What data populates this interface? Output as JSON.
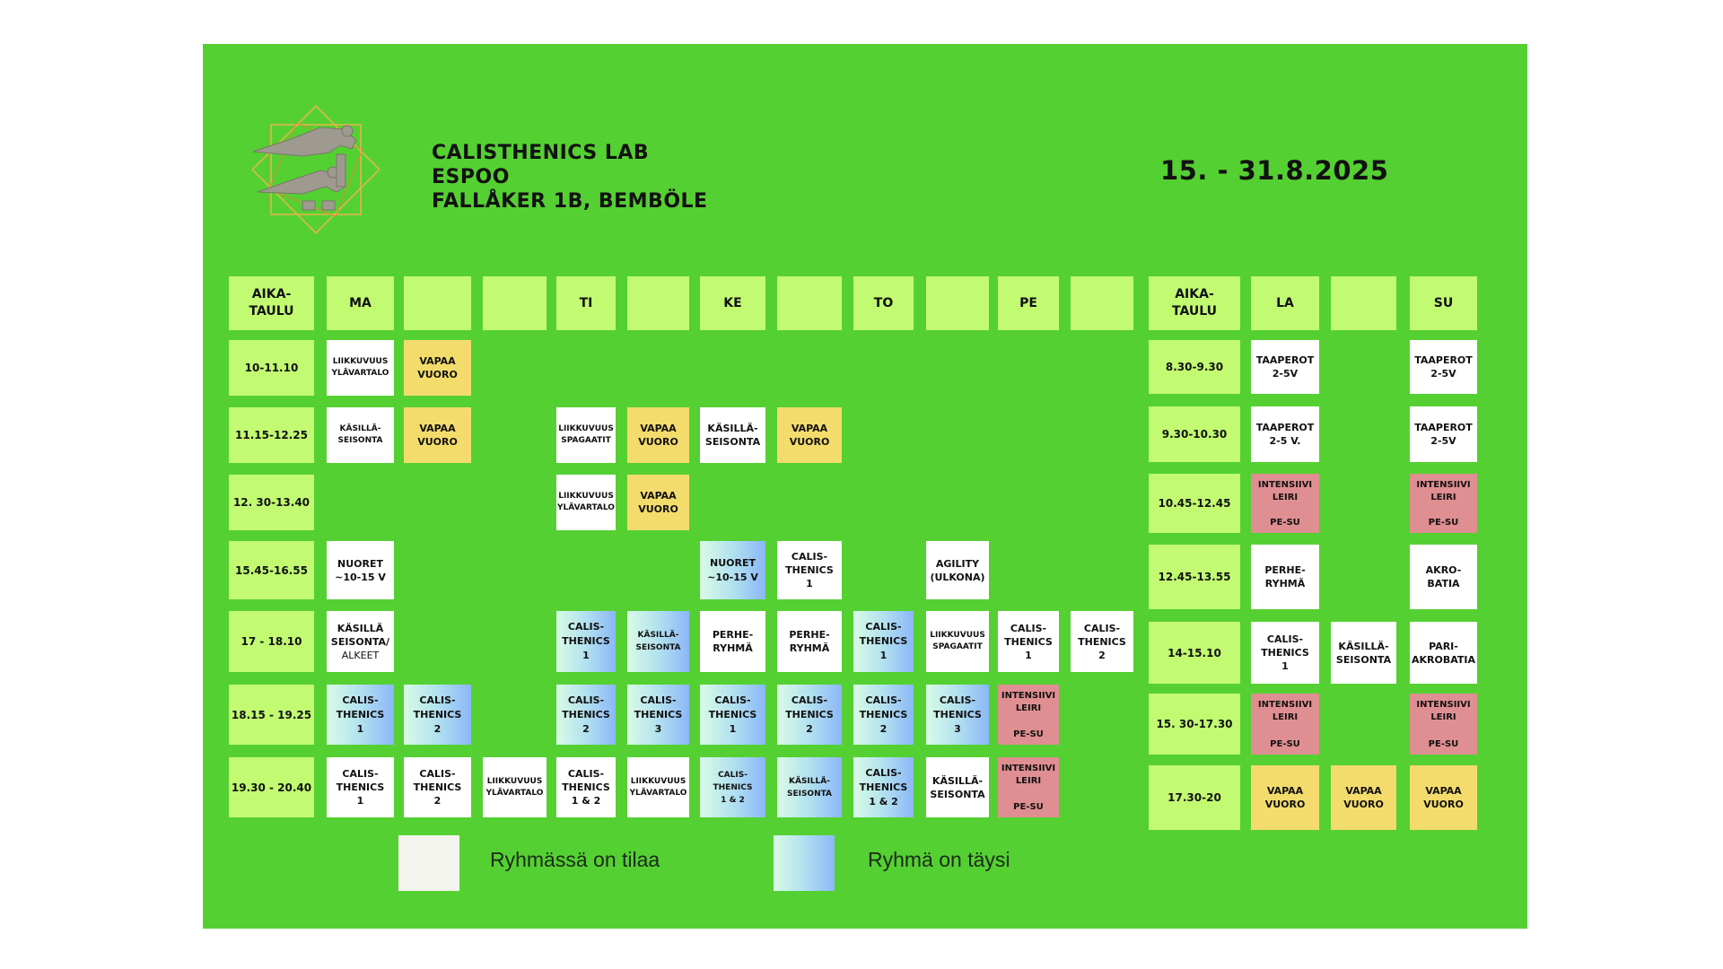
{
  "header": {
    "title_lines": [
      "CALISTHENICS LAB",
      "ESPOO",
      "FALLÅKER 1B, BEMBÖLE"
    ],
    "date_range": "15. - 31.8.2025"
  },
  "weekdays": {
    "headers": [
      "AIKA-\nTAULU",
      "MA",
      "",
      "",
      "TI",
      "",
      "KE",
      "",
      "TO",
      "",
      "PE",
      ""
    ],
    "times": [
      "10-11.10",
      "11.15-12.25",
      "12. 30-13.40",
      "15.45-16.55",
      "17 - 18.10",
      "18.15 - 19.25",
      "19.30 - 20.40"
    ],
    "classes": [
      {
        "row": 0,
        "col": 1,
        "type": "white",
        "size": "small",
        "text": "LIIKKUVUUS\nYLÄVARTALO"
      },
      {
        "row": 0,
        "col": 2,
        "type": "yellow",
        "text": "VAPAA\nVUORO"
      },
      {
        "row": 1,
        "col": 1,
        "type": "white",
        "size": "small",
        "text": "KÄSILLÄ-\nSEISONTA"
      },
      {
        "row": 1,
        "col": 2,
        "type": "yellow",
        "size": "small",
        "text": "VAPAA\nVUORO"
      },
      {
        "row": 1,
        "col": 4,
        "type": "white",
        "size": "small",
        "text": "LIIKKUVUUS\nSPAGAATIT"
      },
      {
        "row": 1,
        "col": 5,
        "type": "yellow",
        "text": "VAPAA\nVUORO"
      },
      {
        "row": 1,
        "col": 6,
        "type": "white",
        "text": "KÄSILLÄ-\nSEISONTA"
      },
      {
        "row": 1,
        "col": 7,
        "type": "yellow",
        "text": "VAPAA\nVUORO"
      },
      {
        "row": 2,
        "col": 4,
        "type": "white",
        "size": "small",
        "text": "LIIKKUVUUS\nYLÄVARTALO"
      },
      {
        "row": 2,
        "col": 5,
        "type": "yellow",
        "text": "VAPAA\nVUORO"
      },
      {
        "row": 3,
        "col": 1,
        "type": "white",
        "text": "NUORET\n~10-15 V"
      },
      {
        "row": 3,
        "col": 6,
        "type": "full",
        "text": "NUORET\n~10-15 V"
      },
      {
        "row": 3,
        "col": 7,
        "type": "white",
        "text": "CALIS-\nTHENICS\n1"
      },
      {
        "row": 3,
        "col": 9,
        "type": "white",
        "text": "AGILITY\n(ULKONA)"
      },
      {
        "row": 4,
        "col": 1,
        "type": "white",
        "text": "KÄSILLÄ\nSEISONTA/",
        "thin": "ALKEET"
      },
      {
        "row": 4,
        "col": 4,
        "type": "full",
        "text": "CALIS-\nTHENICS\n1"
      },
      {
        "row": 4,
        "col": 5,
        "type": "full",
        "size": "small",
        "text": "KÄSILLÄ-\nSEISONTA"
      },
      {
        "row": 4,
        "col": 6,
        "type": "white",
        "text": "PERHE-\nRYHMÄ"
      },
      {
        "row": 4,
        "col": 7,
        "type": "white",
        "text": "PERHE-\nRYHMÄ"
      },
      {
        "row": 4,
        "col": 8,
        "type": "full",
        "text": "CALIS-\nTHENICS\n1"
      },
      {
        "row": 4,
        "col": 9,
        "type": "white",
        "size": "small",
        "text": "LIIKKUVUUS\nSPAGAATIT"
      },
      {
        "row": 4,
        "col": 10,
        "type": "white",
        "text": "CALIS-\nTHENICS\n1"
      },
      {
        "row": 4,
        "col": 11,
        "type": "white",
        "text": "CALIS-\nTHENICS\n2"
      },
      {
        "row": 5,
        "col": 1,
        "type": "full",
        "text": "CALIS-\nTHENICS\n1"
      },
      {
        "row": 5,
        "col": 2,
        "type": "full",
        "text": "CALIS-\nTHENICS\n2"
      },
      {
        "row": 5,
        "col": 4,
        "type": "full",
        "text": "CALIS-\nTHENICS\n2"
      },
      {
        "row": 5,
        "col": 5,
        "type": "full",
        "text": "CALIS-\nTHENICS\n3"
      },
      {
        "row": 5,
        "col": 6,
        "type": "full",
        "text": "CALIS-\nTHENICS\n1"
      },
      {
        "row": 5,
        "col": 7,
        "type": "full",
        "text": "CALIS-\nTHENICS\n2"
      },
      {
        "row": 5,
        "col": 8,
        "type": "full",
        "text": "CALIS-\nTHENICS\n2"
      },
      {
        "row": 5,
        "col": 9,
        "type": "full",
        "text": "CALIS-\nTHENICS\n3"
      },
      {
        "row": 5,
        "col": 10,
        "type": "red",
        "text": "INTENSIIVI\nLEIRI",
        "footer": "PE-SU"
      },
      {
        "row": 6,
        "col": 1,
        "type": "white",
        "text": "CALIS-\nTHENICS\n1"
      },
      {
        "row": 6,
        "col": 2,
        "type": "white",
        "text": "CALIS-\nTHENICS\n2"
      },
      {
        "row": 6,
        "col": 3,
        "type": "white",
        "size": "small",
        "text": "LIIKKUVUUS\nYLÄVARTALO"
      },
      {
        "row": 6,
        "col": 4,
        "type": "white",
        "text": "CALIS-\nTHENICS\n1 & 2"
      },
      {
        "row": 6,
        "col": 5,
        "type": "white",
        "size": "small",
        "text": "LIIKKUVUUS\nYLÄVARTALO"
      },
      {
        "row": 6,
        "col": 6,
        "type": "full",
        "size": "small",
        "text": "CALIS-\nTHENICS\n1 & 2"
      },
      {
        "row": 6,
        "col": 7,
        "type": "full",
        "size": "small",
        "text": "KÄSILLÄ-\nSEISONTA"
      },
      {
        "row": 6,
        "col": 8,
        "type": "full",
        "text": "CALIS-\nTHENICS\n1 & 2"
      },
      {
        "row": 6,
        "col": 9,
        "type": "white",
        "text": "KÄSILLÄ-\nSEISONTA"
      },
      {
        "row": 6,
        "col": 10,
        "type": "red",
        "text": "INTENSIIVI\nLEIRI",
        "footer": "PE-SU"
      }
    ]
  },
  "weekend": {
    "headers": [
      "AIKA-\nTAULU",
      "LA",
      "",
      "SU"
    ],
    "times": [
      "8.30-9.30",
      "9.30-10.30",
      "10.45-12.45",
      "12.45-13.55",
      "14-15.10",
      "15. 30-17.30",
      "17.30-20"
    ],
    "classes": [
      {
        "row": 0,
        "col": 1,
        "type": "white",
        "text": "TAAPEROT\n2-5V"
      },
      {
        "row": 0,
        "col": 3,
        "type": "white",
        "text": "TAAPEROT\n2-5V"
      },
      {
        "row": 1,
        "col": 1,
        "type": "white",
        "text": "TAAPEROT\n2-5 V."
      },
      {
        "row": 1,
        "col": 3,
        "type": "white",
        "text": "TAAPEROT\n2-5V"
      },
      {
        "row": 2,
        "col": 1,
        "type": "red",
        "text": "INTENSIIVI\nLEIRI",
        "footer": "PE-SU"
      },
      {
        "row": 2,
        "col": 3,
        "type": "red",
        "text": "INTENSIIVI\nLEIRI",
        "footer": "PE-SU"
      },
      {
        "row": 3,
        "col": 1,
        "type": "white",
        "text": "PERHE-\nRYHMÄ"
      },
      {
        "row": 3,
        "col": 3,
        "type": "white",
        "text": "AKRO-\nBATIA"
      },
      {
        "row": 4,
        "col": 1,
        "type": "white",
        "text": "CALIS-\nTHENICS\n1"
      },
      {
        "row": 4,
        "col": 2,
        "type": "white",
        "text": "KÄSILLÄ-\nSEISONTA"
      },
      {
        "row": 4,
        "col": 3,
        "type": "white",
        "text": "PARI-\nAKROBATIA"
      },
      {
        "row": 5,
        "col": 1,
        "type": "red",
        "text": "INTENSIIVI\nLEIRI",
        "footer": "PE-SU"
      },
      {
        "row": 5,
        "col": 3,
        "type": "red",
        "size": "small",
        "text": "INTENSIIVI\nLEIRI",
        "footer": "PE-SU"
      },
      {
        "row": 6,
        "col": 1,
        "type": "yellow",
        "text": "VAPAA\nVUORO"
      },
      {
        "row": 6,
        "col": 2,
        "type": "yellow",
        "text": "VAPAA\nVUORO"
      },
      {
        "row": 6,
        "col": 3,
        "type": "yellow",
        "text": "VAPAA\nVUORO"
      }
    ]
  },
  "legend": {
    "free_label": "Ryhmässä on tilaa",
    "full_label": "Ryhmä on täysi"
  },
  "colors": {
    "poster_green": "#55d032",
    "header_cell": "#c2fb72",
    "free_vuoro_yellow": "#f4dc6c",
    "camp_red": "#df8e92"
  }
}
